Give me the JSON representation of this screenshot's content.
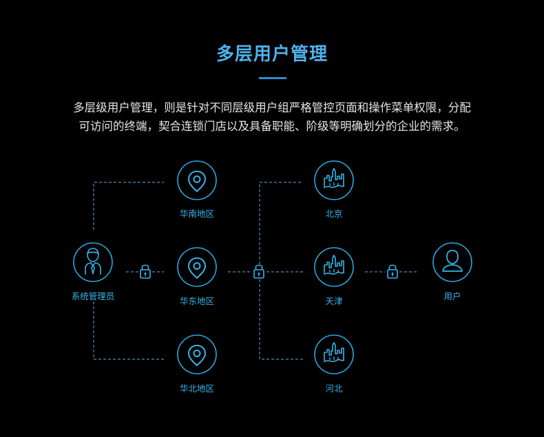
{
  "header": {
    "title": "多层用户管理",
    "description_line1": "多层级用户管理，则是针对不同层级用户组严格管控页面和操作菜单权限，分配",
    "description_line2": "可访问的终端，契合连锁门店以及具备职能、阶级等明确划分的企业的需求。"
  },
  "diagram": {
    "admin": {
      "label": "系统管理员",
      "icon": "admin-person-icon"
    },
    "regions": [
      {
        "label": "华南地区",
        "icon": "location-pin-icon"
      },
      {
        "label": "华东地区",
        "icon": "location-pin-icon"
      },
      {
        "label": "华北地区",
        "icon": "location-pin-icon"
      }
    ],
    "cities": [
      {
        "label": "北京",
        "icon": "city-skyline-icon"
      },
      {
        "label": "天津",
        "icon": "city-skyline-icon"
      },
      {
        "label": "河北",
        "icon": "city-skyline-icon"
      }
    ],
    "user": {
      "label": "用户",
      "icon": "user-icon"
    },
    "locks": [
      "lock-icon",
      "lock-icon",
      "lock-icon"
    ],
    "colors": {
      "accent": "#37b6ea",
      "circle_border": "#2aa8e0",
      "dashed_line": "#4a8fc0",
      "title": "#4fb2ec",
      "text": "#e6e6e6",
      "background": "#000000"
    }
  }
}
